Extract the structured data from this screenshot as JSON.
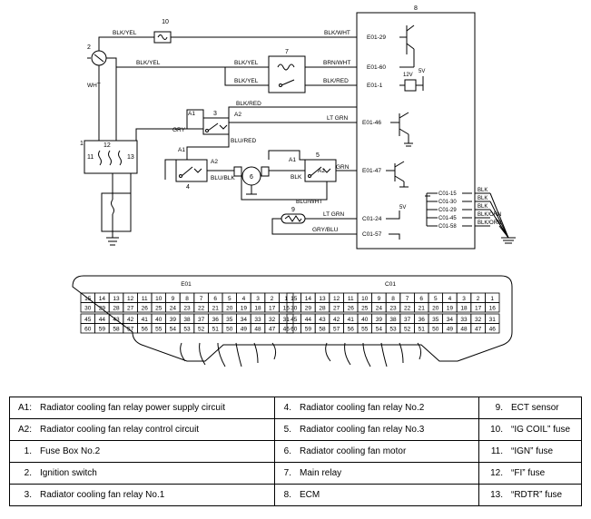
{
  "wiring": {
    "component_numbers": {
      "n10": "10",
      "n2": "2",
      "n7": "7",
      "n8": "8",
      "n1": "1",
      "n3": "3",
      "n4": "4",
      "n5": "5",
      "n6": "6",
      "n9": "9",
      "n11": "11",
      "n12": "12",
      "n13": "13"
    },
    "wire_labels": {
      "blk_yel_a": "BLK/YEL",
      "blk_yel_b": "BLK/YEL",
      "blk_yel_c": "BLK/YEL",
      "blk_yel_d": "BLK/YEL",
      "blk_wht": "BLK/WHT",
      "brn_wht": "BRN/WHT",
      "blk_red_a": "BLK/RED",
      "blk_red_b": "BLK/RED",
      "wht": "WHT",
      "gry": "GRY",
      "lt_grn_a": "LT GRN",
      "lt_grn_b": "LT GRN",
      "blu_red": "BLU/RED",
      "blu_blk": "BLU/BLK",
      "blk_a": "BLK",
      "grn": "GRN",
      "blu_wht": "BLU/WHT",
      "gry_blu": "GRY/BLU"
    },
    "circuit_labels": {
      "a1_top": "A1",
      "a2_top": "A2",
      "a1_left": "A1",
      "a2_left": "A2",
      "a1_right": "A1",
      "a2_right": "A2"
    },
    "ecm_pins": [
      "E01-29",
      "E01-60",
      "E01-1",
      "E01-46",
      "E01-47",
      "C01-24",
      "C01-57"
    ],
    "ground_pins": [
      "C01-15",
      "C01-30",
      "C01-29",
      "C01-45",
      "C01-58"
    ],
    "ground_wires": [
      "BLK",
      "BLK",
      "BLK",
      "BLK/ORN",
      "BLK/ORN"
    ],
    "voltages": {
      "v12": "12V",
      "v5a": "5V",
      "v5b": "5V"
    }
  },
  "connectors": {
    "e01": {
      "title": "E01",
      "rows": [
        [
          "15",
          "14",
          "13",
          "12",
          "11",
          "10",
          "9",
          "8",
          "7",
          "6",
          "5",
          "4",
          "3",
          "2",
          "1"
        ],
        [
          "30",
          "29",
          "28",
          "27",
          "26",
          "25",
          "24",
          "23",
          "22",
          "21",
          "20",
          "19",
          "18",
          "17",
          "16"
        ],
        [
          "45",
          "44",
          "43",
          "42",
          "41",
          "40",
          "39",
          "38",
          "37",
          "36",
          "35",
          "34",
          "33",
          "32",
          "31"
        ],
        [
          "60",
          "59",
          "58",
          "57",
          "56",
          "55",
          "54",
          "53",
          "52",
          "51",
          "50",
          "49",
          "48",
          "47",
          "46"
        ]
      ]
    },
    "c01": {
      "title": "C01",
      "rows": [
        [
          "15",
          "14",
          "13",
          "12",
          "11",
          "10",
          "9",
          "8",
          "7",
          "6",
          "5",
          "4",
          "3",
          "2",
          "1"
        ],
        [
          "30",
          "29",
          "28",
          "27",
          "26",
          "25",
          "24",
          "23",
          "22",
          "21",
          "20",
          "19",
          "18",
          "17",
          "16"
        ],
        [
          "45",
          "44",
          "43",
          "42",
          "41",
          "40",
          "39",
          "38",
          "37",
          "36",
          "35",
          "34",
          "33",
          "32",
          "31"
        ],
        [
          "60",
          "59",
          "58",
          "57",
          "56",
          "55",
          "54",
          "53",
          "52",
          "51",
          "50",
          "49",
          "48",
          "47",
          "46"
        ]
      ]
    }
  },
  "legend": {
    "rows": [
      [
        {
          "key": "A1:",
          "text": "Radiator cooling fan relay power supply circuit"
        },
        {
          "key": "4.",
          "text": "Radiator cooling fan relay No.2"
        },
        {
          "key": "9.",
          "text": "ECT sensor"
        }
      ],
      [
        {
          "key": "A2:",
          "text": "Radiator cooling fan relay control circuit"
        },
        {
          "key": "5.",
          "text": "Radiator cooling fan relay No.3"
        },
        {
          "key": "10.",
          "text": "“IG COIL” fuse"
        }
      ],
      [
        {
          "key": "1.",
          "text": "Fuse Box No.2"
        },
        {
          "key": "6.",
          "text": "Radiator cooling fan motor"
        },
        {
          "key": "11.",
          "text": "“IGN” fuse"
        }
      ],
      [
        {
          "key": "2.",
          "text": "Ignition switch"
        },
        {
          "key": "7.",
          "text": "Main relay"
        },
        {
          "key": "12.",
          "text": "“FI” fuse"
        }
      ],
      [
        {
          "key": "3.",
          "text": "Radiator cooling fan relay No.1"
        },
        {
          "key": "8.",
          "text": "ECM"
        },
        {
          "key": "13.",
          "text": "“RDTR” fuse"
        }
      ]
    ]
  }
}
